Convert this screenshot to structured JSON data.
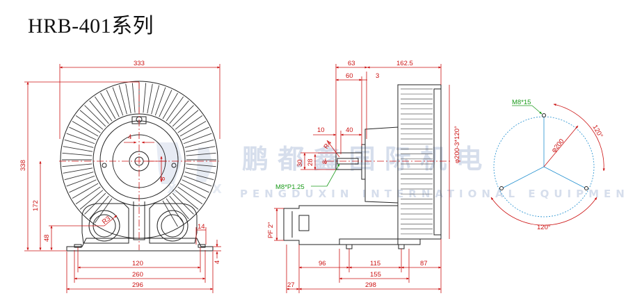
{
  "title": "HRB-401系列",
  "watermark": {
    "text": "鹏 都 鑫 国 际 机 电",
    "sub": "PENGDUXIN INTERNATIONAL EQUIPMENT"
  },
  "front_view": {
    "width_top": "333",
    "height_total": "338",
    "height_center": "172",
    "height_base": "48",
    "shaft_offset": "4",
    "key_depth": "8",
    "outlet_radius": "R3",
    "foot_thk": "14",
    "foot_h": "4",
    "hole_spacing": "120",
    "foot_span": "260",
    "base_width": "296"
  },
  "side_view": {
    "d63": "63",
    "d60": "60",
    "d3": "3",
    "d1625": "162.5",
    "d10": "10",
    "d40": "40",
    "shaft_d": "30",
    "key_h": "28",
    "key_w": "8",
    "key_r": "R4",
    "shaft_thread": "M8*P1.25",
    "flange_dia": "φ200-3*120°",
    "port_thread": "PF 2\"",
    "b96": "96",
    "b115": "115",
    "b87": "87",
    "b155": "155",
    "b27": "27",
    "b298": "298"
  },
  "flange_view": {
    "bolt": "M8*15",
    "pcd": "φ200",
    "angle_a": "120°",
    "angle_b": "120°"
  },
  "colors": {
    "dimension": "#cc1111",
    "leader": "#1a9a1a",
    "outline": "#222222"
  }
}
